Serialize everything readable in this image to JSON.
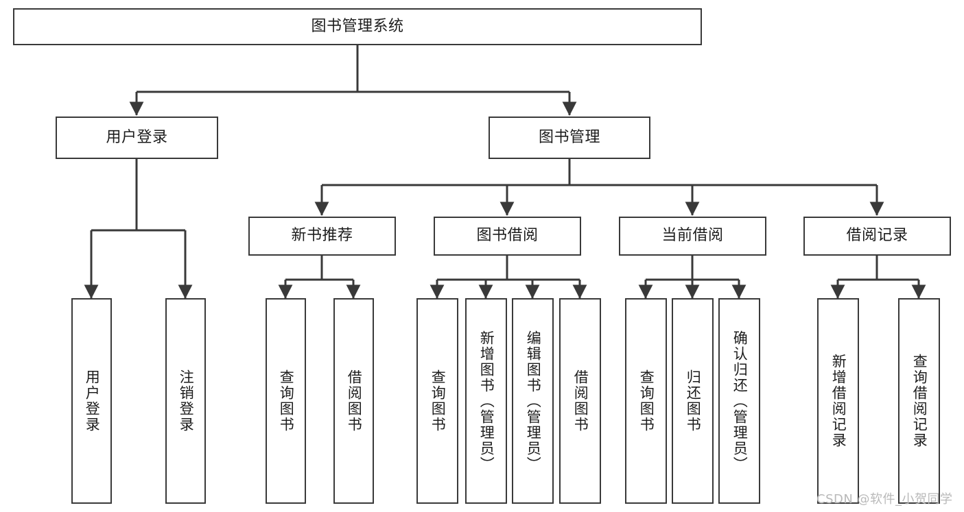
{
  "diagram": {
    "title": "图书管理系统",
    "type": "tree-hierarchy-chart",
    "background_color": "#ffffff",
    "node_border_color": "#393939",
    "edge_color": "#393939",
    "text_color": "#1c1c1c"
  },
  "watermark": {
    "text": "CSDN @软件_小贺同学",
    "color": "#b9b9b9"
  },
  "nodes": {
    "root": {
      "label": "图书管理系统"
    },
    "level1": [
      {
        "label": "用户登录"
      },
      {
        "label": "图书管理"
      }
    ],
    "level2": [
      {
        "label": "新书推荐"
      },
      {
        "label": "图书借阅"
      },
      {
        "label": "当前借阅"
      },
      {
        "label": "借阅记录"
      }
    ],
    "leaves": {
      "user_login": [
        {
          "label": "用户登录"
        },
        {
          "label": "注销登录"
        }
      ],
      "new_book_recommend": [
        {
          "label": "查询图书"
        },
        {
          "label": "借阅图书"
        }
      ],
      "book_borrow": [
        {
          "label": "查询图书"
        },
        {
          "label": "新增图书（管理员）"
        },
        {
          "label": "编辑图书（管理员）"
        },
        {
          "label": "借阅图书"
        }
      ],
      "current_borrow": [
        {
          "label": "查询图书"
        },
        {
          "label": "归还图书"
        },
        {
          "label": "确认归还（管理员）"
        }
      ],
      "borrow_records": [
        {
          "label": "新增借阅记录"
        },
        {
          "label": "查询借阅记录"
        }
      ]
    }
  }
}
